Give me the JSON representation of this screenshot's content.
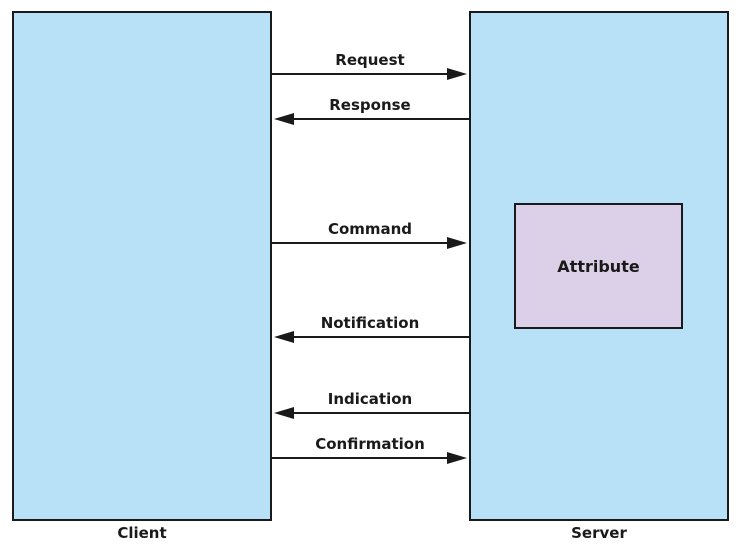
{
  "client": {
    "label": "Client"
  },
  "server": {
    "label": "Server"
  },
  "attribute": {
    "label": "Attribute"
  },
  "messages": [
    {
      "label": "Request",
      "direction": "to-server"
    },
    {
      "label": "Response",
      "direction": "to-client"
    },
    {
      "label": "Command",
      "direction": "to-server"
    },
    {
      "label": "Notification",
      "direction": "to-client"
    },
    {
      "label": "Indication",
      "direction": "to-client"
    },
    {
      "label": "Confirmation",
      "direction": "to-server"
    }
  ],
  "colors": {
    "box_fill": "#b8e1f8",
    "attribute_fill": "#dcd0e8",
    "stroke": "#1a1a1a"
  }
}
